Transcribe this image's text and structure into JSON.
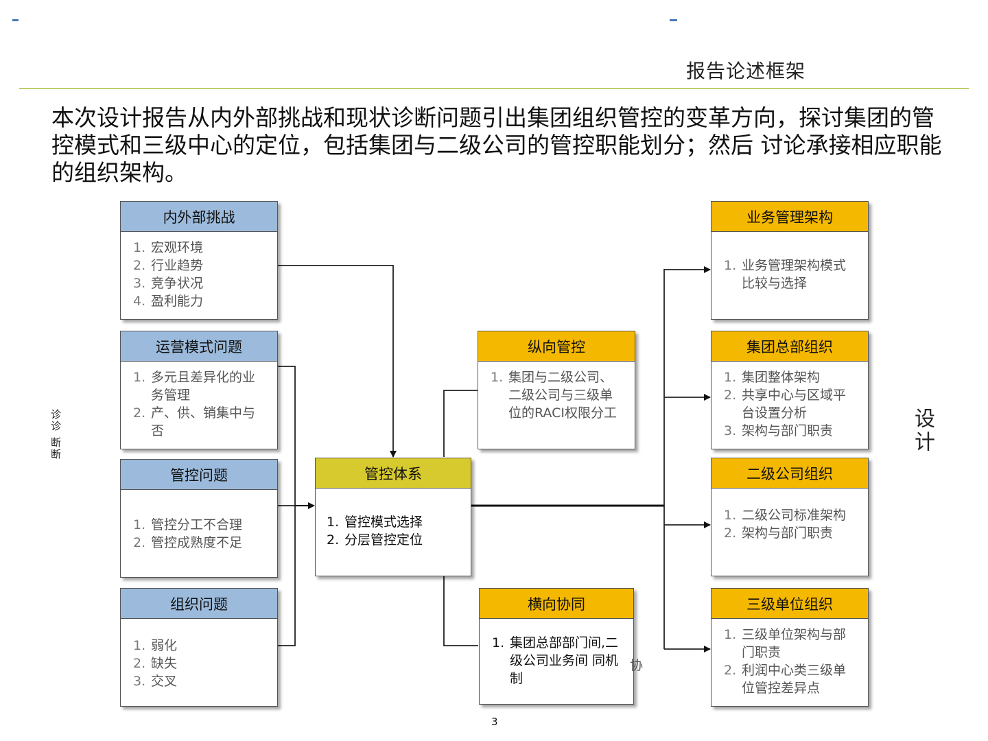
{
  "header": {
    "title": "报告论述框架"
  },
  "intro_text": "本次设计报告从内外部挑战和现状诊断问题引出集团组织管控的变革方向，探讨集团的管控模式和三级中心的定位，包括集团与二级公司的管控职能划分；然后 讨论承接相应职能的组织架构。",
  "side_labels": {
    "left": "诊诊 断断",
    "right": "设计"
  },
  "boxes": {
    "challenges": {
      "title": "内外部挑战",
      "items": [
        {
          "num": "1.",
          "text": "宏观环境"
        },
        {
          "num": "2.",
          "text": "行业趋势"
        },
        {
          "num": "3.",
          "text": "竞争状况"
        },
        {
          "num": "4.",
          "text": "盈利能力"
        }
      ]
    },
    "operations": {
      "title": "运营模式问题",
      "items": [
        {
          "num": "1.",
          "text": "多元且差异化的业务管理"
        },
        {
          "num": "2.",
          "text": "产、供、销集中与否"
        }
      ]
    },
    "control_issues": {
      "title": "管控问题",
      "items": [
        {
          "num": "1.",
          "text": "管控分工不合理"
        },
        {
          "num": "2.",
          "text": "管控成熟度不足"
        }
      ]
    },
    "org_issues": {
      "title": "组织问题",
      "items": [
        {
          "num": "1.",
          "text": "弱化"
        },
        {
          "num": "2.",
          "text": "缺失"
        },
        {
          "num": "3.",
          "text": "交叉"
        }
      ]
    },
    "control_system": {
      "title": "管控体系",
      "items": [
        {
          "num": "1.",
          "text": "管控模式选择"
        },
        {
          "num": "2.",
          "text": "分层管控定位"
        }
      ]
    },
    "vertical": {
      "title": "纵向管控",
      "items": [
        {
          "num": "1.",
          "text": "集团与二级公司、二级公司与三级单位的RACI权限分工"
        }
      ]
    },
    "horizontal": {
      "title": "横向协同",
      "items": [
        {
          "num": "1.",
          "text": "集团总部部门间,二级公司业务间 同机制"
        }
      ]
    },
    "biz_arch": {
      "title": "业务管理架构",
      "items": [
        {
          "num": "1.",
          "text": "业务管理架构模式比较与选择"
        }
      ]
    },
    "hq_org": {
      "title": "集团总部组织",
      "items": [
        {
          "num": "1.",
          "text": "集团整体架构"
        },
        {
          "num": "2.",
          "text": "共享中心与区域平台设置分析"
        },
        {
          "num": "3.",
          "text": "架构与部门职责"
        }
      ]
    },
    "sub_org": {
      "title": "二级公司组织",
      "items": [
        {
          "num": "1.",
          "text": "二级公司标准架构"
        },
        {
          "num": "2.",
          "text": "架构与部门职责"
        }
      ]
    },
    "unit_org": {
      "title": "三级单位组织",
      "items": [
        {
          "num": "1.",
          "text": "三级单位架构与部门职责"
        },
        {
          "num": "2.",
          "text": "利润中心类三级单位管控差异点"
        }
      ]
    }
  },
  "horizontal_extra": "协",
  "page_number": "3"
}
